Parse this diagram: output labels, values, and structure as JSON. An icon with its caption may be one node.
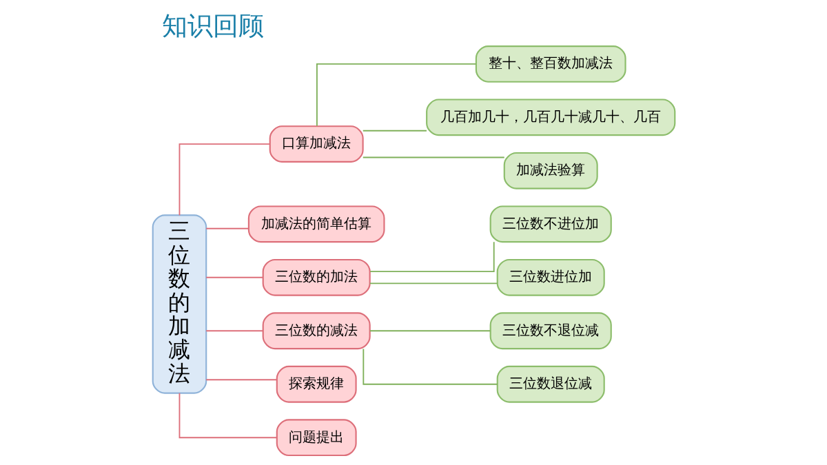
{
  "diagram": {
    "title": "知识回顾",
    "nodes": [
      {
        "text": [
          "三位数的加减法"
        ]
      },
      {
        "text": [
          "口算加减法"
        ]
      },
      {
        "text": [
          "加减法的简单估算"
        ]
      },
      {
        "text": [
          "三位数的加法"
        ]
      },
      {
        "text": [
          "三位数的减法"
        ]
      },
      {
        "text": [
          "探索规律"
        ]
      },
      {
        "text": [
          "问题提出"
        ]
      },
      {
        "text": [
          "整十、整百数加减法"
        ]
      },
      {
        "text": [
          "几百加几十，几百几十减几十、几百"
        ]
      },
      {
        "text": [
          "加减法验算"
        ]
      },
      {
        "text": [
          "三位数不进位加"
        ]
      },
      {
        "text": [
          "三位数进位加"
        ]
      },
      {
        "text": [
          "三位数不退位减"
        ]
      },
      {
        "text": [
          "三位数退位减"
        ]
      }
    ],
    "edges": [
      {
        "from": 0,
        "to": 1,
        "arrow": "none",
        "color": "#dd6f7a"
      },
      {
        "from": 0,
        "to": 2,
        "arrow": "none",
        "color": "#dd6f7a"
      },
      {
        "from": 0,
        "to": 3,
        "arrow": "none",
        "color": "#dd6f7a"
      },
      {
        "from": 0,
        "to": 4,
        "arrow": "none",
        "color": "#dd6f7a"
      },
      {
        "from": 0,
        "to": 5,
        "arrow": "none",
        "color": "#dd6f7a"
      },
      {
        "from": 0,
        "to": 6,
        "arrow": "none",
        "color": "#dd6f7a"
      },
      {
        "from": 1,
        "to": 7,
        "arrow": "none"
      },
      {
        "from": 1,
        "to": 8,
        "arrow": "none"
      },
      {
        "from": 1,
        "to": 9,
        "arrow": "none"
      },
      {
        "from": 3,
        "to": 10,
        "arrow": "none"
      },
      {
        "from": 3,
        "to": 11,
        "arrow": "none"
      },
      {
        "from": 4,
        "to": 12,
        "arrow": "none"
      },
      {
        "from": 4,
        "to": 13,
        "arrow": "none"
      }
    ]
  }
}
